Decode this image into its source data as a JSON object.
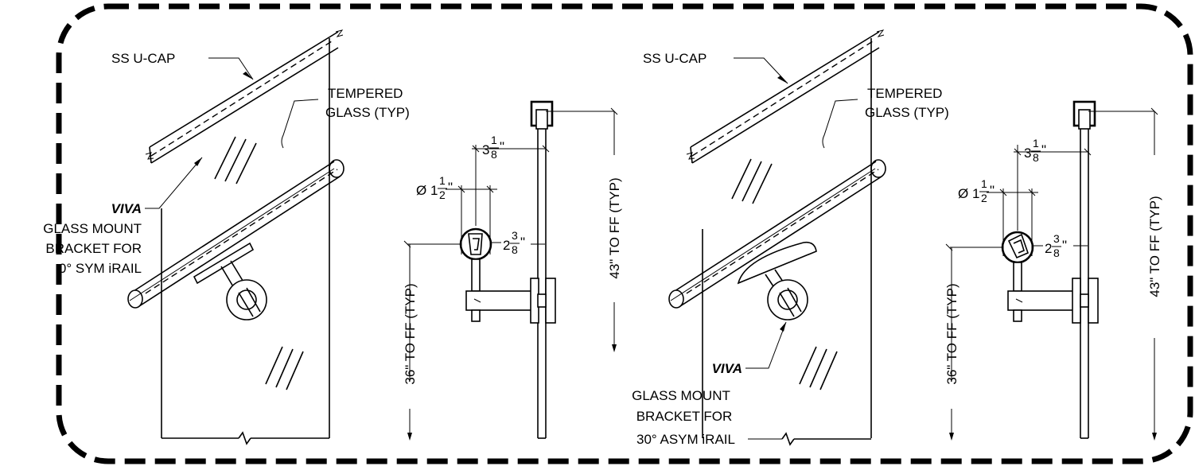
{
  "left_detail": {
    "cap_label": "SS U-CAP",
    "glass_label_1": "TEMPERED",
    "glass_label_2": "GLASS (TYP)",
    "bracket_brand": "VIVA",
    "bracket_line_1": "GLASS MOUNT",
    "bracket_line_2": "BRACKET FOR",
    "bracket_line_3": "0° SYM iRAIL"
  },
  "left_section": {
    "dim_offset_whole": "3",
    "dim_offset_num": "1",
    "dim_offset_den": "8",
    "dim_dia_prefix": "Ø 1",
    "dim_dia_num": "1",
    "dim_dia_den": "2",
    "dim_drop_whole": "2",
    "dim_drop_num": "3",
    "dim_drop_den": "8",
    "inch_mark": "\"",
    "height_cap": "43\" TO FF (TYP)",
    "height_rail": "36\" TO FF (TYP)"
  },
  "right_detail": {
    "cap_label": "SS U-CAP",
    "glass_label_1": "TEMPERED",
    "glass_label_2": "GLASS (TYP)",
    "bracket_brand": "VIVA",
    "bracket_line_1": "GLASS MOUNT",
    "bracket_line_2": "BRACKET FOR",
    "bracket_line_3": "30° ASYM iRAIL"
  },
  "right_section": {
    "dim_offset_whole": "3",
    "dim_offset_num": "1",
    "dim_offset_den": "8",
    "dim_dia_prefix": "Ø 1",
    "dim_dia_num": "1",
    "dim_dia_den": "2",
    "dim_drop_whole": "2",
    "dim_drop_num": "3",
    "dim_drop_den": "8",
    "inch_mark": "\"",
    "height_cap": "43\" TO FF (TYP)",
    "height_rail": "36\" TO FF (TYP)"
  }
}
